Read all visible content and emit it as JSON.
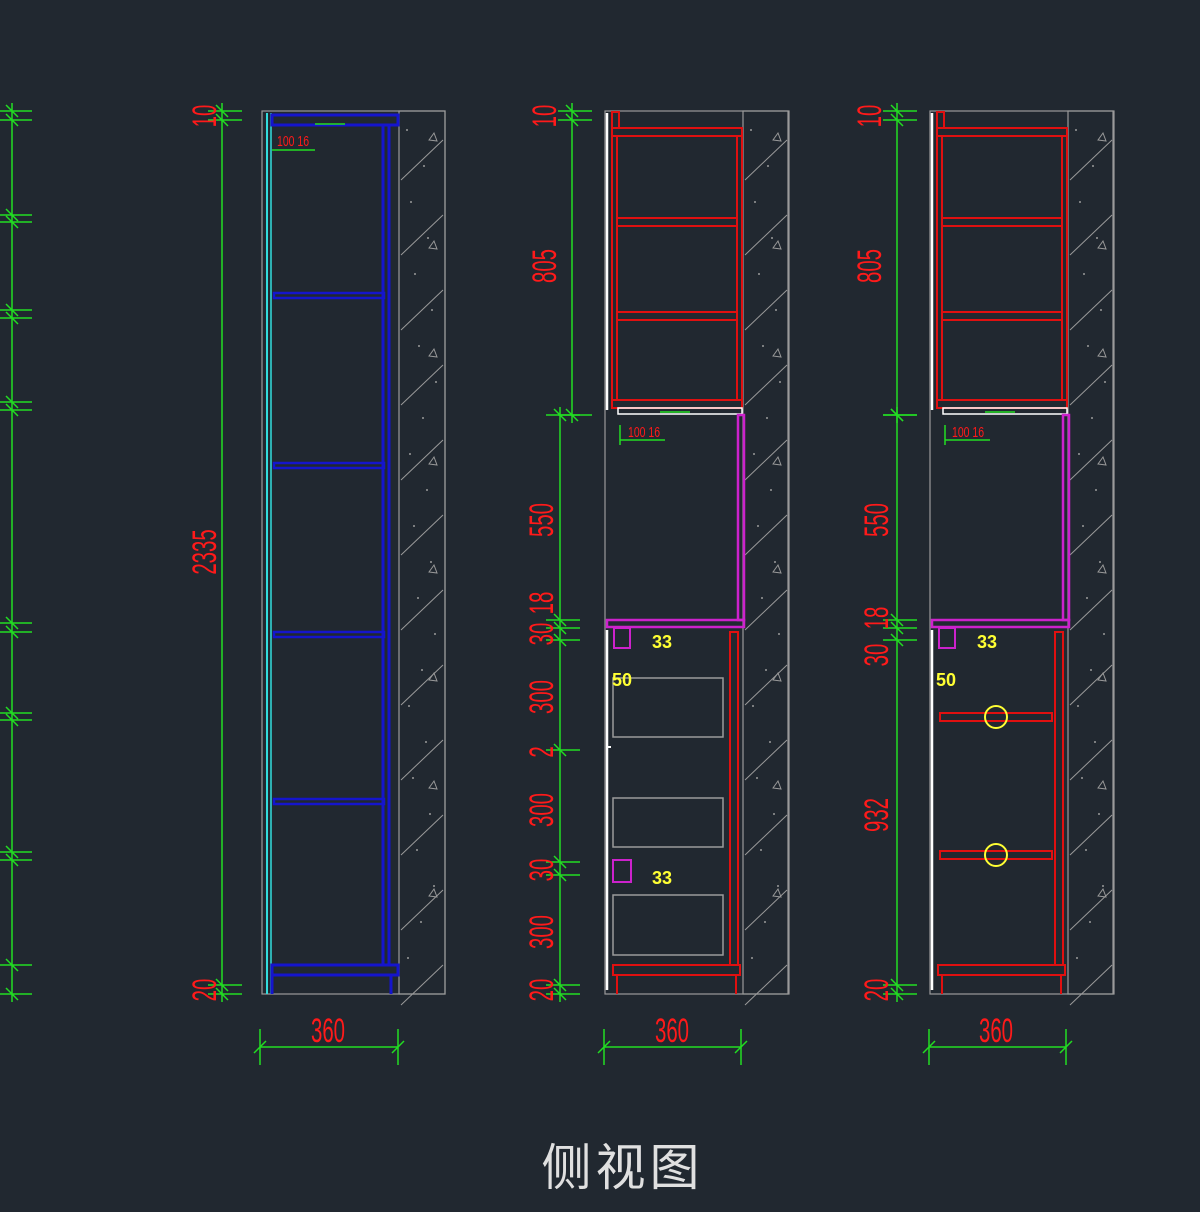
{
  "title": "侧视图",
  "colors": {
    "background": "#212830",
    "dimension_line": "#22dd22",
    "dimension_text": "#ff1a1a",
    "cabinet": "#e01010",
    "panel1_frame": "#1515cc",
    "door_edge": "#33dddd",
    "side_panel": "#cc22cc",
    "wall": "#9a9a9a",
    "note": "#ffff33"
  },
  "views": [
    {
      "name": "view-1",
      "width": "360",
      "heights": [
        "10",
        "2335",
        "20"
      ],
      "note": "100 16"
    },
    {
      "name": "view-2",
      "width": "360",
      "heights": [
        "10",
        "805",
        "550",
        "18",
        "30",
        "300",
        "2",
        "300",
        "30",
        "300",
        "20"
      ],
      "notes": [
        "100 16",
        "33",
        "50",
        "33"
      ]
    },
    {
      "name": "view-3",
      "width": "360",
      "heights": [
        "10",
        "805",
        "550",
        "18",
        "30",
        "932",
        "20"
      ],
      "notes": [
        "100 16",
        "33",
        "50"
      ]
    }
  ]
}
